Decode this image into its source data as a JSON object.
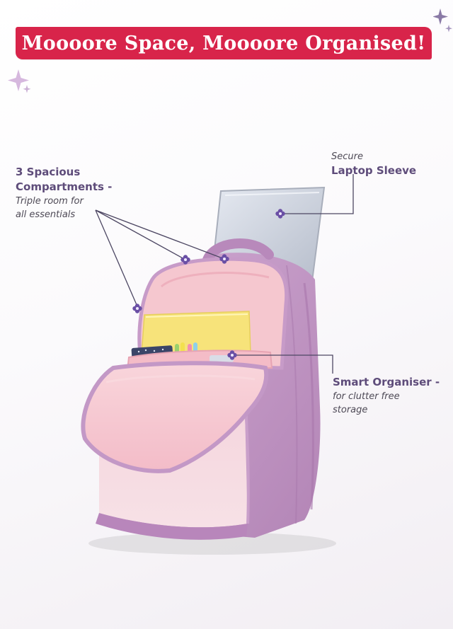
{
  "banner": {
    "headline": "Moooore Space, Moooore Organised!"
  },
  "callouts": {
    "compartments": {
      "line1": "3 Spacious",
      "line2": "Compartments -",
      "desc1": "Triple room for",
      "desc2": "all essentials"
    },
    "laptop": {
      "line1": "Secure",
      "line2": "Laptop Sleeve"
    },
    "organiser": {
      "title": "Smart Organiser -",
      "desc1": "for clutter free",
      "desc2": "storage"
    }
  },
  "colors": {
    "banner": "#d8244a",
    "callout_text": "#5e4c7a",
    "bag_body": "#c39ac6",
    "bag_pink": "#f5c6cf",
    "notebook": "#f7e37a",
    "laptop": "#c9cfdb"
  },
  "icons": [
    "sparkle-icon",
    "flower-marker-icon"
  ]
}
